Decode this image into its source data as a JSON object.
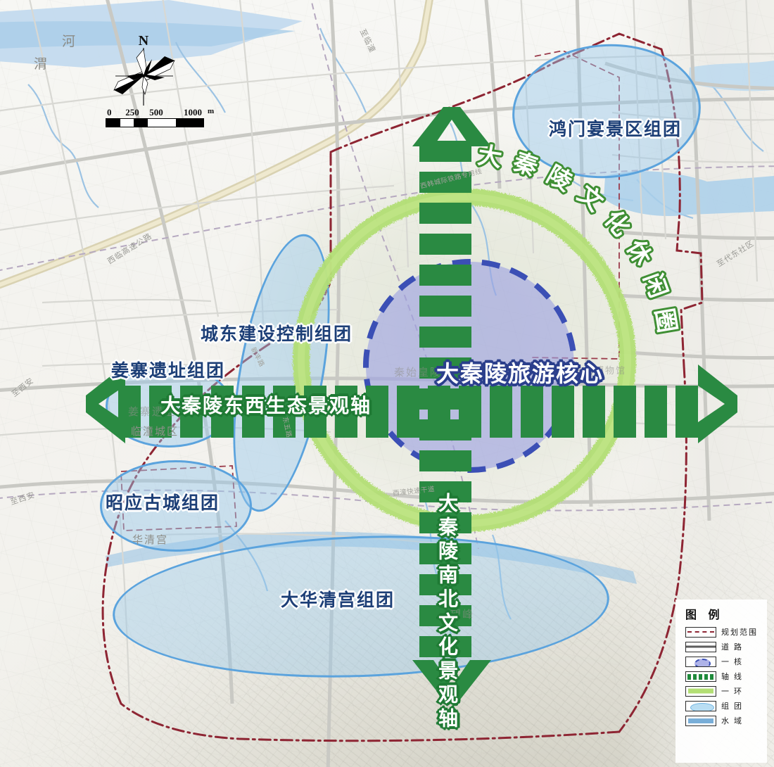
{
  "map": {
    "title_core": "大秦陵旅游核心",
    "ring_label": "大秦陵文化休闲圈",
    "axis_ew": "大秦陵东西生态景观轴",
    "axis_ns": "大秦陵南北文化景观轴",
    "clusters": [
      {
        "id": "hongmenyan",
        "label": "鸿门宴景区组团"
      },
      {
        "id": "chengdong",
        "label": "城东建设控制组团"
      },
      {
        "id": "jiangzhai",
        "label": "姜寨遗址组团"
      },
      {
        "id": "zhaoying",
        "label": "昭应古城组团"
      },
      {
        "id": "dahuaqinggong",
        "label": "大华清宫组团"
      }
    ],
    "place_labels": [
      {
        "id": "weihe-1",
        "text": "河"
      },
      {
        "id": "weihe-2",
        "text": "渭"
      },
      {
        "id": "to-lintong",
        "text": "至临潼"
      },
      {
        "id": "xilin-expressway",
        "text": "西临高速公路"
      },
      {
        "id": "to-xian-1",
        "text": "至西安"
      },
      {
        "id": "to-xian-2",
        "text": "至西安"
      },
      {
        "id": "to-daidong",
        "text": "至代东社区"
      },
      {
        "id": "lintong-city",
        "text": "临潼城区"
      },
      {
        "id": "jiangzhai-site",
        "text": "姜寨遗址"
      },
      {
        "id": "huaqinggong",
        "text": "华清宫"
      },
      {
        "id": "qinshihuang",
        "text": "秦始皇陵"
      },
      {
        "id": "bingmayong",
        "text": "兵马俑博物馆"
      },
      {
        "id": "wangfeng",
        "text": "望峰"
      },
      {
        "id": "expressway-trunk",
        "text": "西潼快速干道"
      },
      {
        "id": "rail-line",
        "text": "西韩城际铁路专用线"
      },
      {
        "id": "road-dongwu",
        "text": "东五路"
      },
      {
        "id": "road-xinfeng",
        "text": "新丰路"
      }
    ],
    "north_label": "N",
    "scale": {
      "unit": "m",
      "ticks": [
        "0",
        "250",
        "500",
        "1000"
      ]
    }
  },
  "legend": {
    "title": "图 例",
    "items": [
      {
        "key": "plan-boundary",
        "label": "规划范围"
      },
      {
        "key": "road",
        "label": "道 路"
      },
      {
        "key": "core",
        "label": "一 核"
      },
      {
        "key": "axis",
        "label": "轴 线"
      },
      {
        "key": "ring",
        "label": "一 环"
      },
      {
        "key": "cluster",
        "label": "组 团"
      },
      {
        "key": "water",
        "label": "水 域"
      }
    ]
  },
  "colors": {
    "axis_green": "#2a8a42",
    "ring_green": "#b3df74",
    "core_blue": "#3b4fb5",
    "core_fill": "#9ca2e2",
    "cluster_blue": "#5ba3dd",
    "cluster_fill": "#96c8eb",
    "water_blue": "#9cc6e6",
    "boundary_red": "#8e2533",
    "label_navy": "#1d3f77"
  }
}
